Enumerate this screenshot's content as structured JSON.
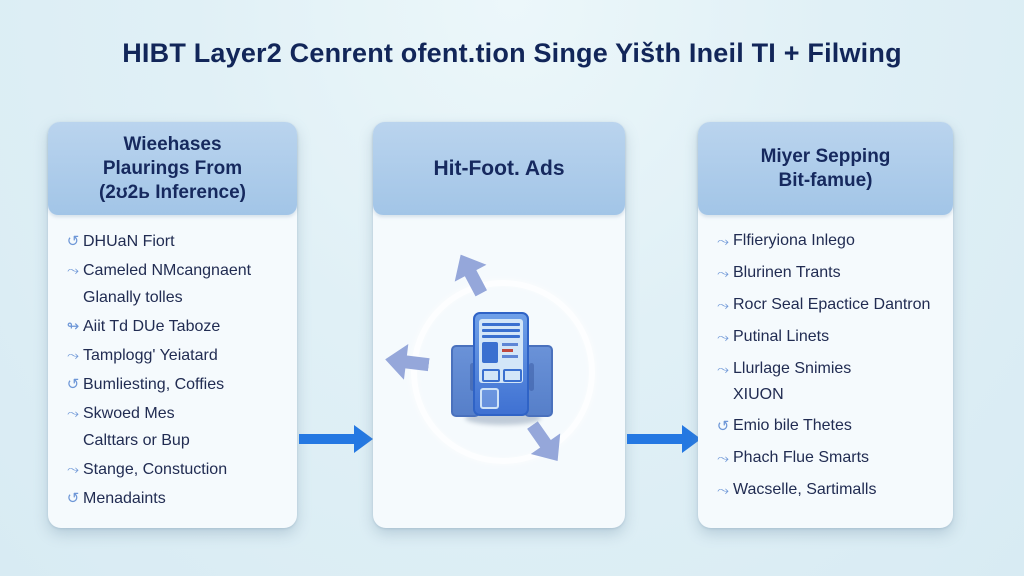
{
  "title": "HIBT Layer2 Cenrent ofent.tion Singe Yišth Ineil TI + Filwing",
  "glyphs": {
    "refresh": "↺",
    "swoosh": "⤳",
    "hook": "↬"
  },
  "panels": {
    "left": {
      "header_lines": [
        "Wieehases",
        "Plaurings From",
        "(2ʊ2ь Inference)"
      ],
      "items": [
        {
          "icon": "refresh-icon",
          "lines": [
            "DHUaN Fiort"
          ]
        },
        {
          "icon": "swoosh-icon",
          "lines": [
            "Cameled NMcangnaent",
            "Glanally tolles"
          ]
        },
        {
          "icon": "hook-icon",
          "lines": [
            "Aiit Td DUe Taboze"
          ]
        },
        {
          "icon": "swoosh-icon",
          "lines": [
            "Tamplogg' Yeiatard"
          ]
        },
        {
          "icon": "refresh-icon",
          "lines": [
            "Bumliesting, Coffies"
          ]
        },
        {
          "icon": "swoosh-icon",
          "lines": [
            "Skwoed Mes",
            "Calttars or Bup"
          ]
        },
        {
          "icon": "swoosh-icon",
          "lines": [
            "Stange, Constuction"
          ]
        },
        {
          "icon": "refresh-icon",
          "lines": [
            "Menadaints"
          ]
        }
      ]
    },
    "middle": {
      "header": "Hit-Foot. Ads",
      "illustration": "device-sync-cycle"
    },
    "right": {
      "header_lines": [
        "Miyer Sepping",
        "Bit-famue)"
      ],
      "items": [
        {
          "icon": "swoosh-icon",
          "lines": [
            "Flfieryiona Inlego"
          ]
        },
        {
          "icon": "swoosh-icon",
          "lines": [
            "Blurinen Trants"
          ]
        },
        {
          "icon": "swoosh-icon",
          "lines": [
            "Rocr Seal Epactice Dantron"
          ]
        },
        {
          "icon": "swoosh-icon",
          "lines": [
            "Putinal Linets"
          ]
        },
        {
          "icon": "swoosh-icon",
          "lines": [
            "Llurlage Snimies",
            "XIUON"
          ]
        },
        {
          "icon": "refresh-icon",
          "lines": [
            "Emio bile Thetes"
          ]
        },
        {
          "icon": "swoosh-icon",
          "lines": [
            "Phach Flue Smarts"
          ]
        },
        {
          "icon": "swoosh-icon",
          "lines": [
            "Wacselle, Sartimalls"
          ]
        }
      ]
    }
  },
  "flow": {
    "direction": "left-to-right",
    "arrow_count": 2
  },
  "colors": {
    "background": "#dceef5",
    "panel_header": "#aecce9",
    "panel_body": "#f5fafd",
    "title_text": "#122659",
    "list_text": "#212c52",
    "bullet_icon": "#6e97d7",
    "flow_arrow": "#2478e2",
    "cycle_arrow": "#95a7da",
    "device_blue": "#4a7fd8"
  }
}
